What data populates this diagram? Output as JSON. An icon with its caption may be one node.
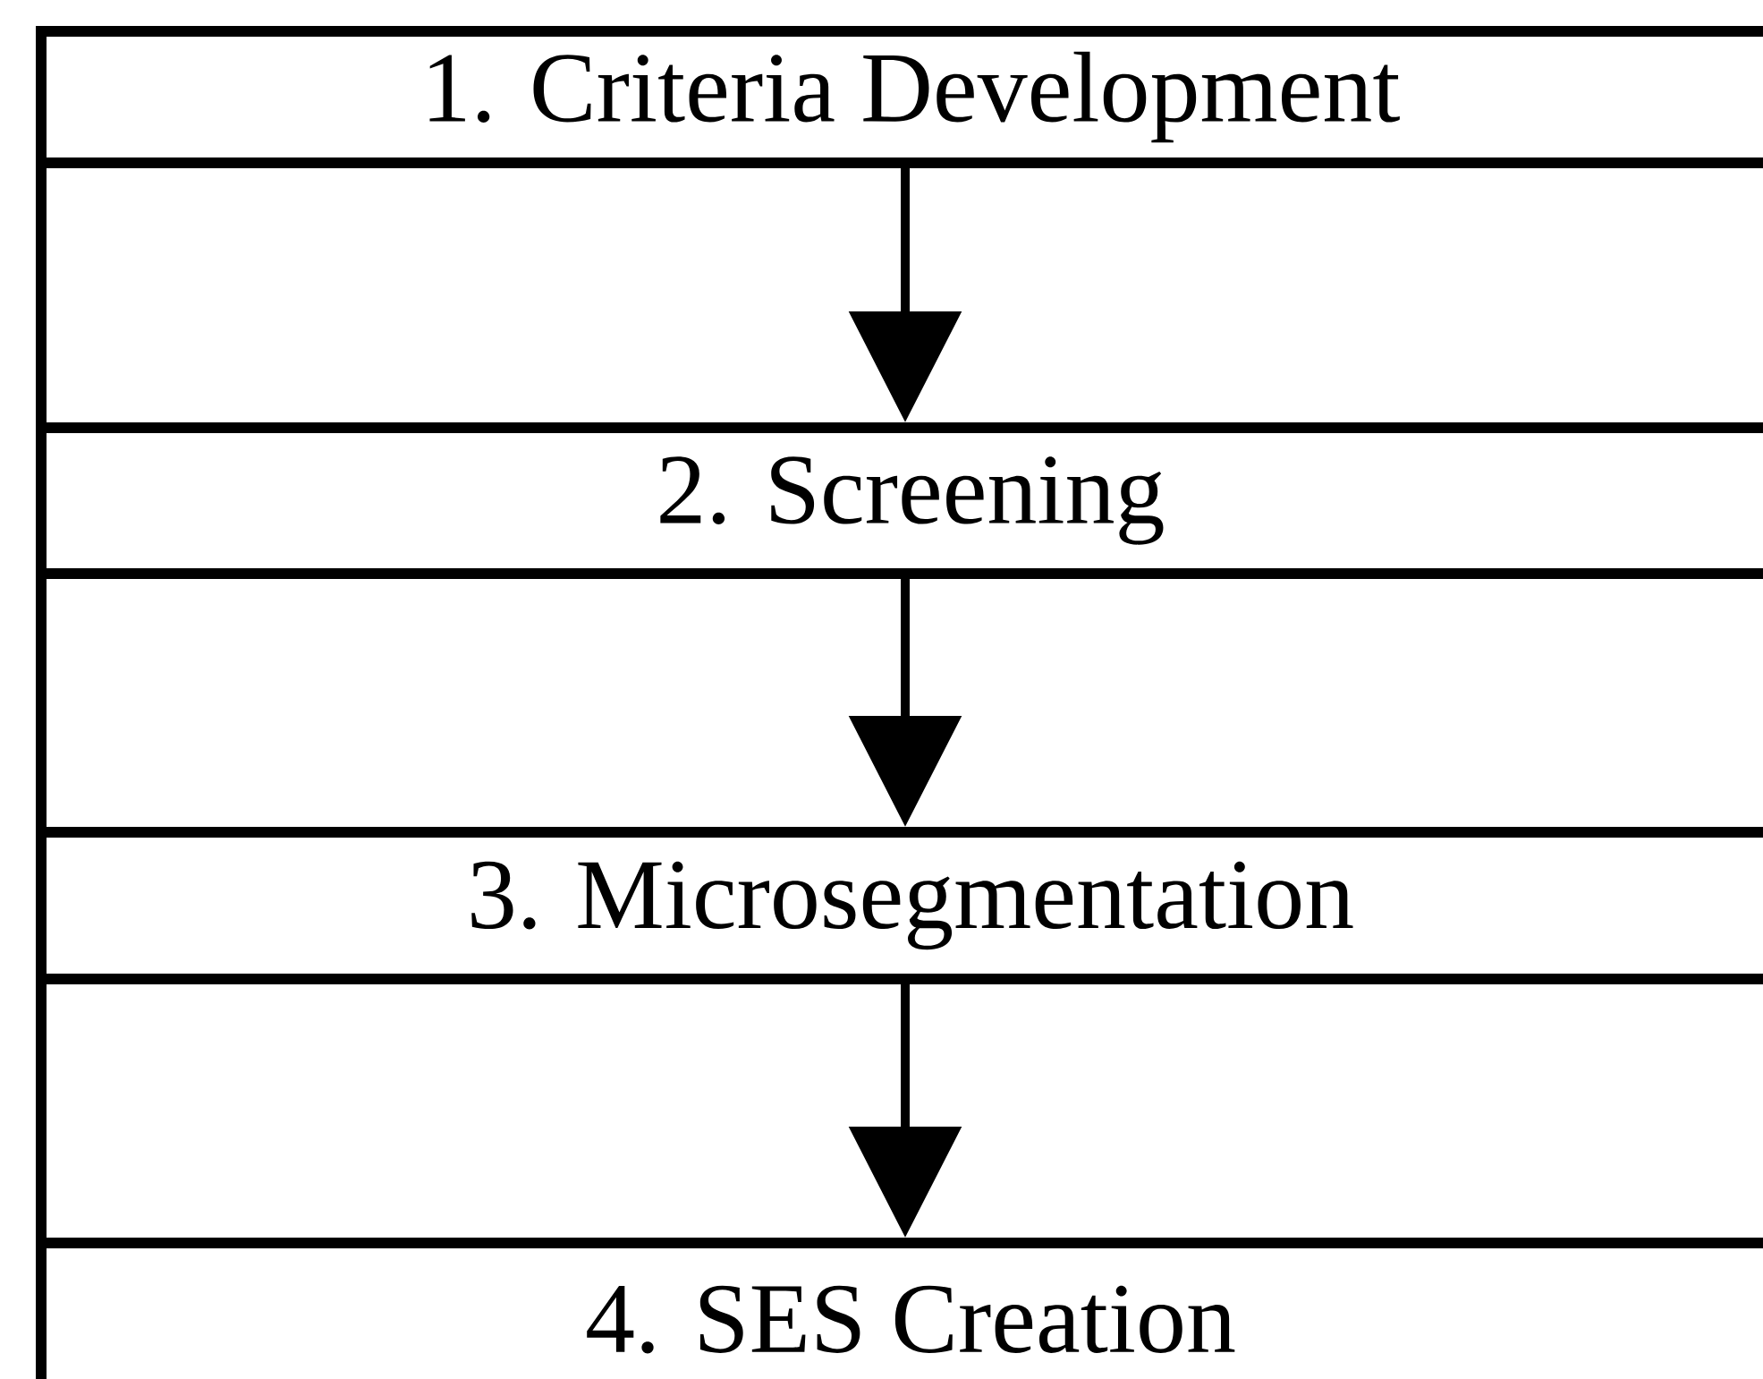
{
  "diagram": {
    "nodes": [
      {
        "text": [
          "1. Criteria Development"
        ]
      },
      {
        "text": [
          "2. Screening"
        ]
      },
      {
        "text": [
          "3. Microsegmentation"
        ]
      },
      {
        "text": [
          "4. SES Creation"
        ]
      }
    ],
    "edges": [
      {
        "from": 0,
        "to": 1,
        "arrow": "to"
      },
      {
        "from": 1,
        "to": 2,
        "arrow": "to"
      },
      {
        "from": 2,
        "to": 3,
        "arrow": "to"
      }
    ]
  }
}
